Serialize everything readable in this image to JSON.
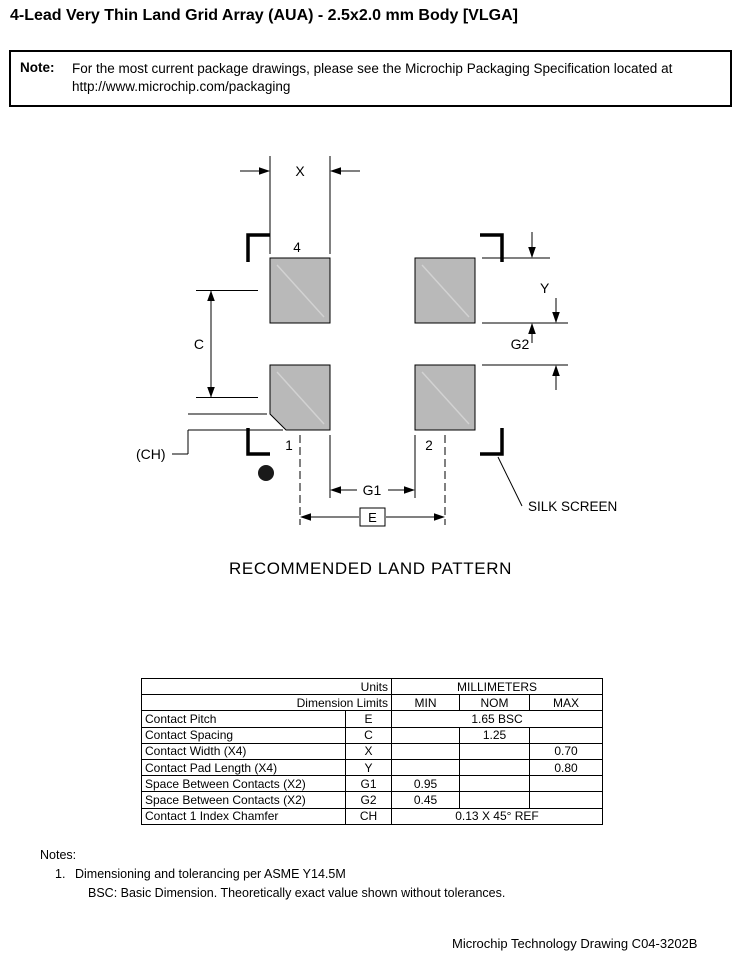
{
  "page": {
    "title": "4-Lead Very Thin Land Grid Array (AUA) - 2.5x2.0 mm Body [VLGA]",
    "footer": "Microchip Technology Drawing C04-3202B"
  },
  "note": {
    "label": "Note:",
    "line1": "For the most current package drawings, please see the Microchip Packaging Specification located at",
    "url": "http://www.microchip.com/packaging"
  },
  "drawing": {
    "caption": "RECOMMENDED LAND PATTERN",
    "silk_screen_label": "SILK SCREEN",
    "pad_color": "#b9b9b9",
    "labels": {
      "x": "X",
      "y": "Y",
      "c": "C",
      "g1": "G1",
      "g2": "G2",
      "e": "E",
      "ch": "(CH)",
      "pad4": "4",
      "pad1": "1",
      "pad2": "2"
    }
  },
  "table": {
    "header": {
      "units_label": "Units",
      "units_value": "MILLIMETERS",
      "limits_label": "Dimension Limits",
      "min": "MIN",
      "nom": "NOM",
      "max": "MAX"
    },
    "rows": [
      {
        "name": "Contact Pitch",
        "symbol": "E",
        "span": "1.65 BSC"
      },
      {
        "name": "Contact Spacing",
        "symbol": "C",
        "min": "",
        "nom": "1.25",
        "max": ""
      },
      {
        "name": "Contact Width (X4)",
        "symbol": "X",
        "min": "",
        "nom": "",
        "max": "0.70"
      },
      {
        "name": "Contact Pad Length (X4)",
        "symbol": "Y",
        "min": "",
        "nom": "",
        "max": "0.80"
      },
      {
        "name": "Space Between Contacts (X2)",
        "symbol": "G1",
        "min": "0.95",
        "nom": "",
        "max": ""
      },
      {
        "name": "Space Between Contacts (X2)",
        "symbol": "G2",
        "min": "0.45",
        "nom": "",
        "max": ""
      },
      {
        "name": "Contact 1 Index Chamfer",
        "symbol": "CH",
        "span": "0.13 X 45° REF"
      }
    ]
  },
  "notes": {
    "heading": "Notes:",
    "item1_num": "1.",
    "item1_text": "Dimensioning and tolerancing per ASME Y14.5M",
    "item2": "BSC: Basic Dimension. Theoretically exact value shown without tolerances."
  }
}
